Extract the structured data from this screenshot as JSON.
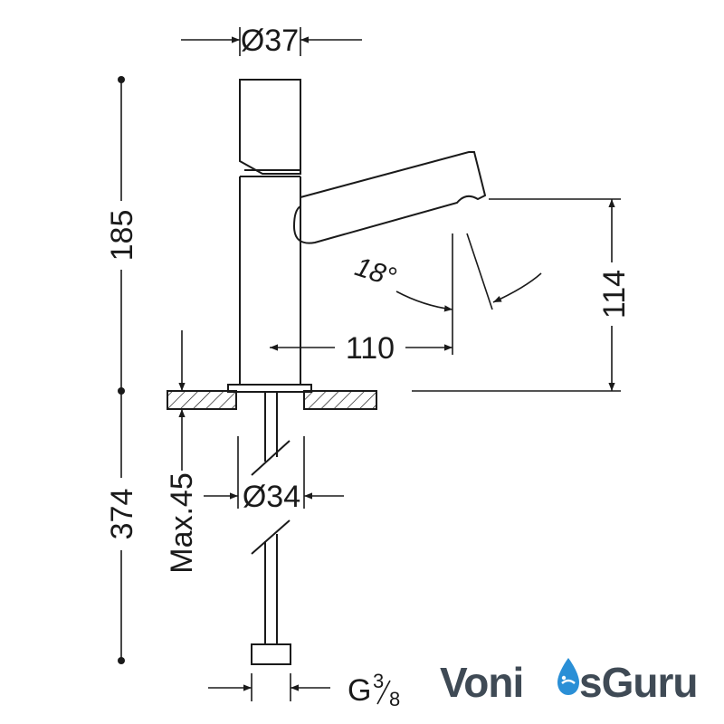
{
  "dimensions": {
    "top_diameter": "Ø37",
    "total_height_upper": "185",
    "spout_height": "114",
    "spout_angle": "18°",
    "spout_reach": "110",
    "total_height_lower": "374",
    "max_deck_thickness": "Max.45",
    "shank_diameter": "Ø34",
    "connection_prefix": "G",
    "connection_num": "3",
    "connection_den": "8"
  },
  "brand": {
    "name_left": "Voni",
    "name_right": "sGuru",
    "accent_color": "#2a8fd6",
    "text_color": "#3f4a55"
  }
}
